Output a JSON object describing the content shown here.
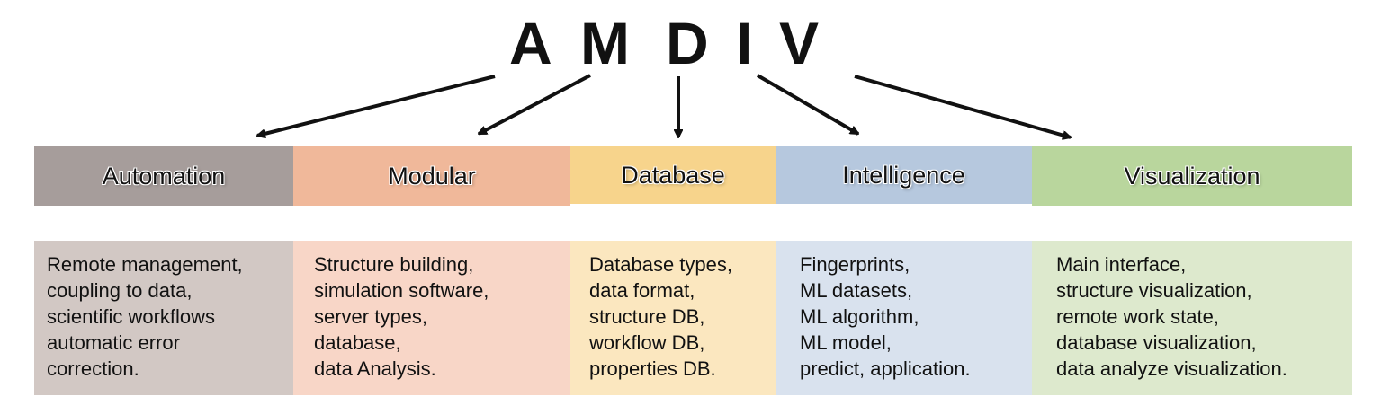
{
  "title_letters": [
    "A",
    "M",
    "D",
    "I",
    "V"
  ],
  "columns": [
    {
      "name": "Automation",
      "header_color": "#a69d9b",
      "box_color": "#d2c8c4",
      "lines": [
        "Remote management,",
        "coupling to data,",
        "scientific workflows",
        "automatic error",
        "correction."
      ]
    },
    {
      "name": "Modular",
      "header_color": "#f0b89a",
      "box_color": "#f8d6c7",
      "lines": [
        "Structure building,",
        "simulation software,",
        "server types,",
        "database,",
        "data Analysis."
      ]
    },
    {
      "name": "Database",
      "header_color": "#f7d48c",
      "box_color": "#fbe7bf",
      "lines": [
        "Database types,",
        "data format,",
        "structure DB,",
        "workflow DB,",
        "properties DB."
      ]
    },
    {
      "name": "Intelligence",
      "header_color": "#b6c8de",
      "box_color": "#d9e2ee",
      "lines": [
        "Fingerprints,",
        "ML datasets,",
        "ML algorithm,",
        "ML model,",
        "predict, application."
      ]
    },
    {
      "name": "Visualization",
      "header_color": "#b9d69d",
      "box_color": "#dde9cd",
      "lines": [
        "Main interface,",
        "structure visualization,",
        "remote work state,",
        "database visualization,",
        "data analyze visualization."
      ]
    }
  ]
}
